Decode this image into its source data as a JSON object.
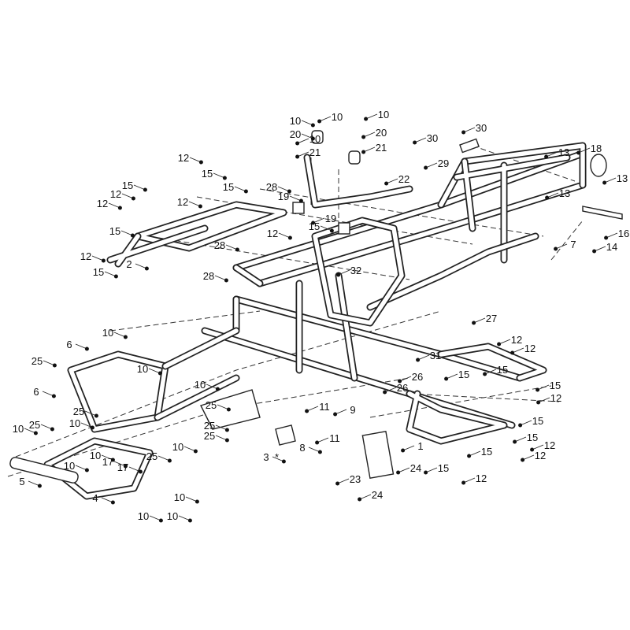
{
  "diagram": {
    "title": "ATV frame assembly exploded view",
    "callouts": [
      "10",
      "10",
      "10",
      "20",
      "20",
      "10",
      "21",
      "21",
      "30",
      "30",
      "29",
      "22",
      "18",
      "13",
      "13",
      "13",
      "16",
      "7",
      "14",
      "12",
      "15",
      "15",
      "12",
      "12",
      "15",
      "12",
      "15",
      "28",
      "19",
      "19",
      "15",
      "12",
      "28",
      "12",
      "15",
      "2",
      "32",
      "28",
      "27",
      "12",
      "12",
      "31",
      "15",
      "15",
      "26",
      "26",
      "15",
      "12",
      "10",
      "6",
      "25",
      "10",
      "6",
      "25",
      "10",
      "25",
      "11",
      "9",
      "25",
      "25",
      "10",
      "10",
      "10",
      "25",
      "3",
      "8",
      "11",
      "1",
      "15",
      "15",
      "12",
      "15",
      "12",
      "15",
      "12",
      "23",
      "24",
      "24",
      "10",
      "10",
      "17",
      "17",
      "25",
      "5",
      "4",
      "10",
      "10",
      "10"
    ],
    "asterisk": "*"
  }
}
